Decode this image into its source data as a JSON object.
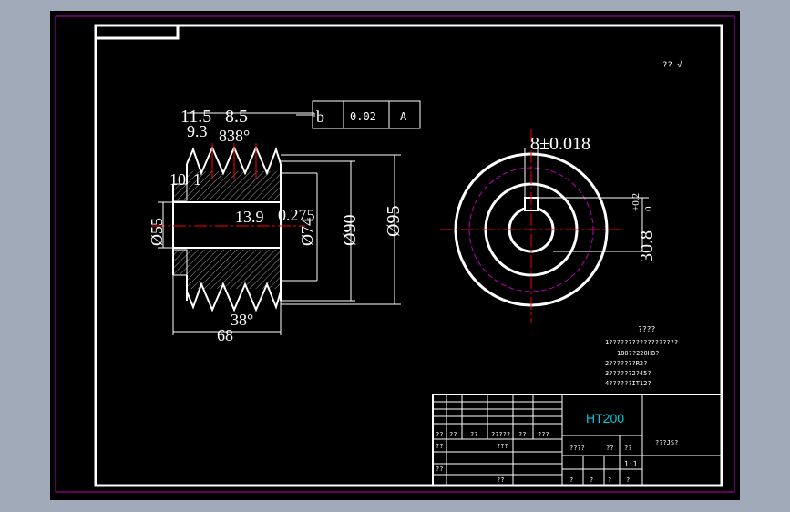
{
  "drawing": {
    "tolerance_frame": {
      "symbol": "b",
      "value": "0.02",
      "datum": "A"
    },
    "roughness_note": "?? √",
    "dims": {
      "d_11_5": "11.5",
      "d_8_5": "8.5",
      "d_9_3": "9.3",
      "d_8_38": "838°",
      "d_10": "10",
      "d_1": "1",
      "d_55": "Ø55",
      "d_13_9": "13.9",
      "d_0_275": "0.275",
      "d_74": "Ø74",
      "d_90": "Ø90",
      "d_95": "Ø95",
      "d_38_bottom": "38°",
      "d_68": "68",
      "d_keyway": "8±0.018",
      "d_30_8": "30.8",
      "d_30_8_tol_top": "+0.2",
      "d_30_8_tol_bottom": "0"
    },
    "tech_req": {
      "title": "????",
      "lines": [
        "1??????????????????",
        "180??220HB?",
        "2???????R2?",
        "3??????2?45?",
        "4??????IT12?"
      ]
    },
    "title_block": {
      "material": "HT200",
      "small_label": "???JS?",
      "scale": "1:1",
      "cells": [
        "??",
        "??",
        "??",
        "?????",
        "??",
        "???",
        "??",
        "???",
        "????",
        "??",
        "??",
        "??",
        "??",
        "?",
        "?",
        "?",
        "?"
      ]
    }
  },
  "colors": {
    "background": "#000000",
    "frame": "#ffffff",
    "magenta": "#c000c0",
    "red": "#ff0000",
    "material_text": "#00c8d8",
    "hatch": "#b0b0b0"
  }
}
